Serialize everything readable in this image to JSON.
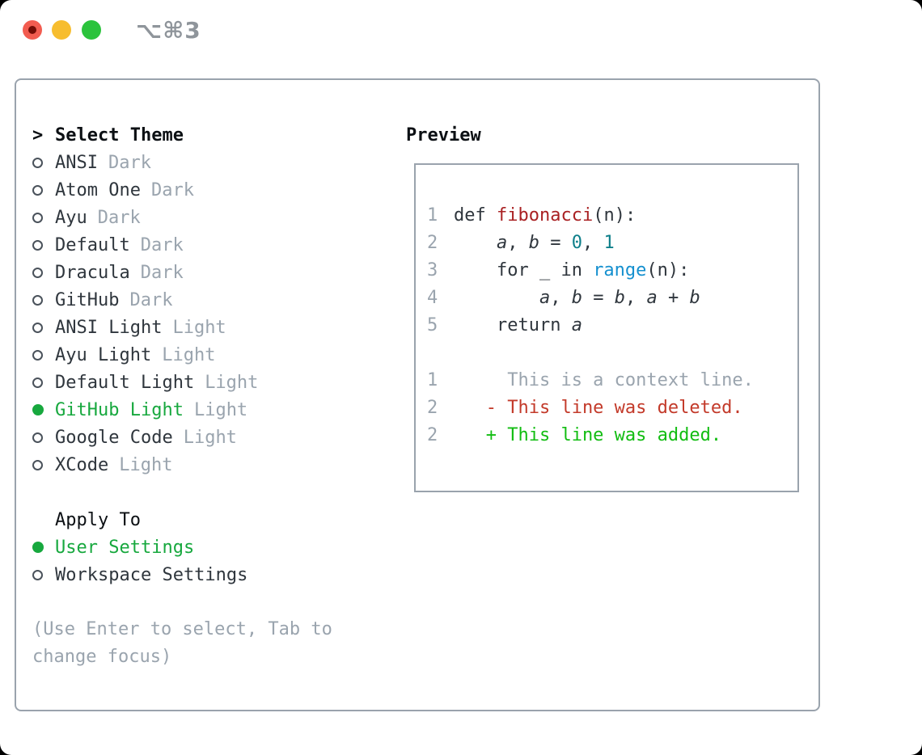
{
  "window": {
    "title": "⌥⌘3"
  },
  "colors": {
    "traffic_red": "#f25c50",
    "traffic_red_dot": "#730c05",
    "traffic_yellow": "#f7bd2e",
    "traffic_green": "#2bc33c",
    "title_gray": "#8f959b",
    "border_gray": "#9aa3ad",
    "text_heading": "#0c1014",
    "text_primary": "#2f363d",
    "text_muted": "#9aa4ae",
    "radio_ring": "#4a525b",
    "selected_green": "#17a83e",
    "added_green": "#12bd12",
    "deleted_red": "#c33a2a",
    "function_red": "#a92123",
    "number_teal": "#0e7f8a",
    "builtin_blue": "#1590cf"
  },
  "theme_panel": {
    "header": {
      "cursor": ">",
      "label": "Select Theme"
    },
    "themes": [
      {
        "name": "ANSI",
        "tag": "Dark",
        "selected": false
      },
      {
        "name": "Atom One",
        "tag": "Dark",
        "selected": false
      },
      {
        "name": "Ayu",
        "tag": "Dark",
        "selected": false
      },
      {
        "name": "Default",
        "tag": "Dark",
        "selected": false
      },
      {
        "name": "Dracula",
        "tag": "Dark",
        "selected": false
      },
      {
        "name": "GitHub",
        "tag": "Dark",
        "selected": false
      },
      {
        "name": "ANSI Light",
        "tag": "Light",
        "selected": false
      },
      {
        "name": "Ayu Light",
        "tag": "Light",
        "selected": false
      },
      {
        "name": "Default Light",
        "tag": "Light",
        "selected": false
      },
      {
        "name": "GitHub Light",
        "tag": "Light",
        "selected": true
      },
      {
        "name": "Google Code",
        "tag": "Light",
        "selected": false
      },
      {
        "name": "XCode",
        "tag": "Light",
        "selected": false
      }
    ],
    "apply_to": {
      "label": "Apply To",
      "options": [
        {
          "name": "User Settings",
          "selected": true
        },
        {
          "name": "Workspace Settings",
          "selected": false
        }
      ]
    },
    "help_lines": [
      "(Use Enter to select, Tab to",
      "change focus)"
    ]
  },
  "preview": {
    "label": "Preview",
    "lines": [
      {
        "num": "1",
        "parts": [
          {
            "t": "def ",
            "k": "text"
          },
          {
            "t": "fibonacci",
            "k": "func"
          },
          {
            "t": "(n):",
            "k": "text"
          }
        ]
      },
      {
        "num": "2",
        "parts": [
          {
            "t": "    ",
            "k": "text"
          },
          {
            "t": "a",
            "k": "var"
          },
          {
            "t": ", ",
            "k": "text"
          },
          {
            "t": "b",
            "k": "var"
          },
          {
            "t": " = ",
            "k": "text"
          },
          {
            "t": "0",
            "k": "num"
          },
          {
            "t": ", ",
            "k": "text"
          },
          {
            "t": "1",
            "k": "num"
          }
        ]
      },
      {
        "num": "3",
        "parts": [
          {
            "t": "    for _ in ",
            "k": "text"
          },
          {
            "t": "range",
            "k": "builtin"
          },
          {
            "t": "(n):",
            "k": "text"
          }
        ]
      },
      {
        "num": "4",
        "parts": [
          {
            "t": "        ",
            "k": "text"
          },
          {
            "t": "a",
            "k": "var"
          },
          {
            "t": ", ",
            "k": "text"
          },
          {
            "t": "b",
            "k": "var"
          },
          {
            "t": " = ",
            "k": "text"
          },
          {
            "t": "b",
            "k": "var"
          },
          {
            "t": ", ",
            "k": "text"
          },
          {
            "t": "a",
            "k": "var"
          },
          {
            "t": " + ",
            "k": "text"
          },
          {
            "t": "b",
            "k": "var"
          }
        ]
      },
      {
        "num": "5",
        "parts": [
          {
            "t": "    return ",
            "k": "text"
          },
          {
            "t": "a",
            "k": "var"
          }
        ]
      },
      {
        "num": "",
        "parts": []
      },
      {
        "num": "1",
        "parts": [
          {
            "t": "     This is a context line.",
            "k": "context"
          }
        ]
      },
      {
        "num": "2",
        "parts": [
          {
            "t": "   - This line was deleted.",
            "k": "deleted"
          }
        ]
      },
      {
        "num": "2",
        "parts": [
          {
            "t": "   + This line was added.",
            "k": "added"
          }
        ]
      }
    ]
  }
}
